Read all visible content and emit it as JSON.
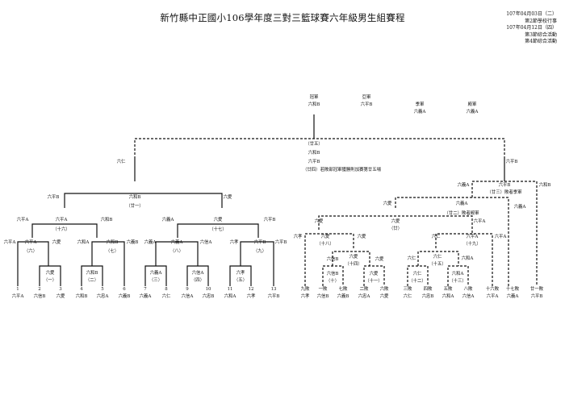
{
  "title": "新竹縣中正國小106學年度三對三籃球賽六年級男生組賽程",
  "schedule": [
    "107年04月03日（二）",
    "第2節學校行事",
    "107年04月12日（四）",
    "第3節綜合活動",
    "第4節綜合活動"
  ],
  "rankings": [
    {
      "label": "冠軍",
      "team": "六和B"
    },
    {
      "label": "亞軍",
      "team": "六平B"
    },
    {
      "label": "季軍",
      "team": "六義A"
    },
    {
      "label": "殿軍",
      "team": "六義A"
    }
  ],
  "final": {
    "num": "（廿五）",
    "winner": "六和B",
    "left": "六仁",
    "right": "六平B",
    "upper_note": "六平B",
    "note": "（廿四）若敗部冠軍獲勝則加賽第廿五場"
  },
  "winners": {
    "m21": {
      "num": "（廿一）",
      "team": "六和B",
      "left": "六平B",
      "right": "六愛"
    },
    "m16": {
      "num": "（十六）",
      "team": "六平A",
      "left": "六平A",
      "right": "六和B"
    },
    "m17": {
      "num": "（十七）",
      "team": "六愛",
      "left": "六義A",
      "right": "六平B"
    },
    "m6": {
      "num": "（六）",
      "team": "六平A",
      "left": "六平A",
      "right": "六愛"
    },
    "m7": {
      "num": "（七）",
      "team": "六和B",
      "left": "六和A",
      "right": "六義B"
    },
    "m8": {
      "num": "（八）",
      "team": "六義A",
      "left": "六義A",
      "right": "六信A"
    },
    "m9": {
      "num": "（九）",
      "team": "六平B",
      "left": "六孝",
      "right": "六平B"
    },
    "m1": {
      "num": "（一）",
      "team": "六愛"
    },
    "m2": {
      "num": "（二）",
      "team": "六和B"
    },
    "m3": {
      "num": "（三）",
      "team": "六義A"
    },
    "m4": {
      "num": "（四）",
      "team": "六信A"
    },
    "m5": {
      "num": "（五）",
      "team": "六孝"
    }
  },
  "teams": [
    {
      "seed": "1",
      "name": "六平A"
    },
    {
      "seed": "2",
      "name": "六信B"
    },
    {
      "seed": "3",
      "name": "六愛"
    },
    {
      "seed": "4",
      "name": "六和B"
    },
    {
      "seed": "5",
      "name": "六忠A"
    },
    {
      "seed": "6",
      "name": "六義B"
    },
    {
      "seed": "7",
      "name": "六義A"
    },
    {
      "seed": "8",
      "name": "六仁"
    },
    {
      "seed": "9",
      "name": "六信A"
    },
    {
      "seed": "10",
      "name": "六忠B"
    },
    {
      "seed": "11",
      "name": "六和A"
    },
    {
      "seed": "12",
      "name": "六孝"
    },
    {
      "seed": "13",
      "name": "六平B"
    }
  ],
  "losers": {
    "m23": {
      "num": "（廿三）敗者季軍",
      "team": "六平B",
      "left": "六義A",
      "right": "六和B"
    },
    "m22": {
      "num": "（廿二）敗者殿軍",
      "team": "六義A",
      "left": "六愛",
      "right": "六義A"
    },
    "m20": {
      "num": "（廿）",
      "team": "六愛",
      "left": "六愛",
      "right": "六平A"
    },
    "m18": {
      "num": "（十八）",
      "team": "六愛",
      "left": "六孝",
      "right": "六愛"
    },
    "m19": {
      "num": "（十九）",
      "team": "六平A",
      "left": "六仁",
      "right": "六平A"
    },
    "m14": {
      "num": "（十四）",
      "team": "六愛",
      "left": "六信B",
      "right": "六愛"
    },
    "m15": {
      "num": "（十五）",
      "team": "六仁",
      "left": "六仁",
      "right": "六和A"
    },
    "m10": {
      "num": "（十）",
      "team": "六信B"
    },
    "m11": {
      "num": "（十一）",
      "team": "六愛"
    },
    "m12": {
      "num": "（十二）",
      "team": "六仁"
    },
    "m13": {
      "num": "（十三）",
      "team": "六和A"
    }
  },
  "loser_entries": [
    {
      "loss": "九敗",
      "name": "六孝"
    },
    {
      "loss": "一敗",
      "name": "六信B"
    },
    {
      "loss": "七敗",
      "name": "六義B"
    },
    {
      "loss": "二敗",
      "name": "六忠A"
    },
    {
      "loss": "六敗",
      "name": "六愛"
    },
    {
      "loss": "三敗",
      "name": "六仁"
    },
    {
      "loss": "四敗",
      "name": "六忠B"
    },
    {
      "loss": "五敗",
      "name": "六和A"
    },
    {
      "loss": "八敗",
      "name": "六信A"
    },
    {
      "loss": "十六敗",
      "name": "六平A"
    },
    {
      "loss": "十七敗",
      "name": "六義A"
    },
    {
      "loss": "廿一敗",
      "name": "六平B"
    }
  ]
}
